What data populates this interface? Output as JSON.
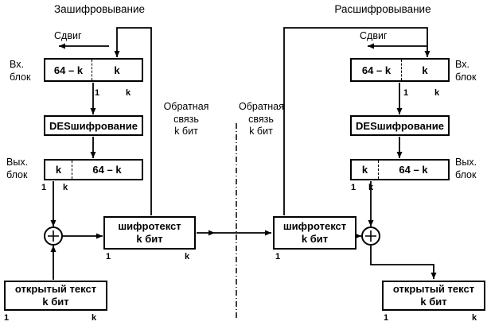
{
  "encryption": {
    "title": "Зашифровывание",
    "shift_label": "Сдвиг",
    "input_block_caption_line1": "Вх.",
    "input_block_caption_line2": "блок",
    "input_cell_left": "64 – k",
    "input_cell_right": "k",
    "des_label": "DESшифрование",
    "output_block_caption_line1": "Вых.",
    "output_block_caption_line2": "блок",
    "output_cell_left": "k",
    "output_cell_right": "64 – k",
    "feedback_line1": "Обратная",
    "feedback_line2": "связь",
    "feedback_line3": "k бит",
    "ciphertext_line1": "шифротекст",
    "ciphertext_line2": "k бит",
    "plaintext_line1": "открытый текст",
    "plaintext_line2": "k бит"
  },
  "decryption": {
    "title": "Расшифровывание",
    "shift_label": "Сдвиг",
    "input_block_caption_line1": "Вх.",
    "input_block_caption_line2": "блок",
    "input_cell_left": "64 – k",
    "input_cell_right": "k",
    "des_label": "DESшифрование",
    "output_block_caption_line1": "Вых.",
    "output_block_caption_line2": "блок",
    "output_cell_left": "k",
    "output_cell_right": "64 – k",
    "feedback_line1": "Обратная",
    "feedback_line2": "связь",
    "feedback_line3": "k бит",
    "ciphertext_line1": "шифротекст",
    "ciphertext_line2": "k бит",
    "plaintext_line1": "открытый текст",
    "plaintext_line2": "k бит"
  },
  "ticks": {
    "one": "1",
    "k": "k"
  }
}
